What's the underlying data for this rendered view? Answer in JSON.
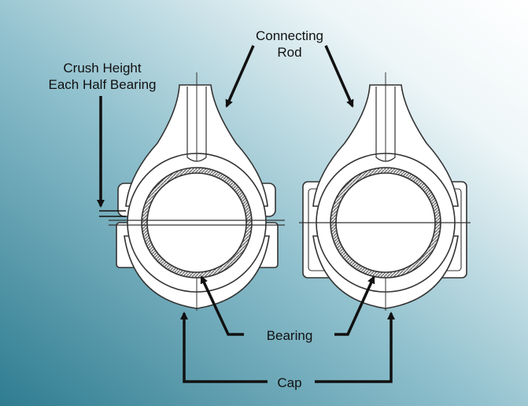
{
  "labels": {
    "connecting_rod_line1": "Connecting",
    "connecting_rod_line2": "Rod",
    "crush_line1": "Crush Height",
    "crush_line2": "Each Half Bearing",
    "bearing": "Bearing",
    "cap": "Cap"
  },
  "colors": {
    "background_dark": "#3d8699",
    "background_light": "#ffffff",
    "part_fill": "#ffffff",
    "outline": "#333333",
    "arrow": "#111111"
  }
}
